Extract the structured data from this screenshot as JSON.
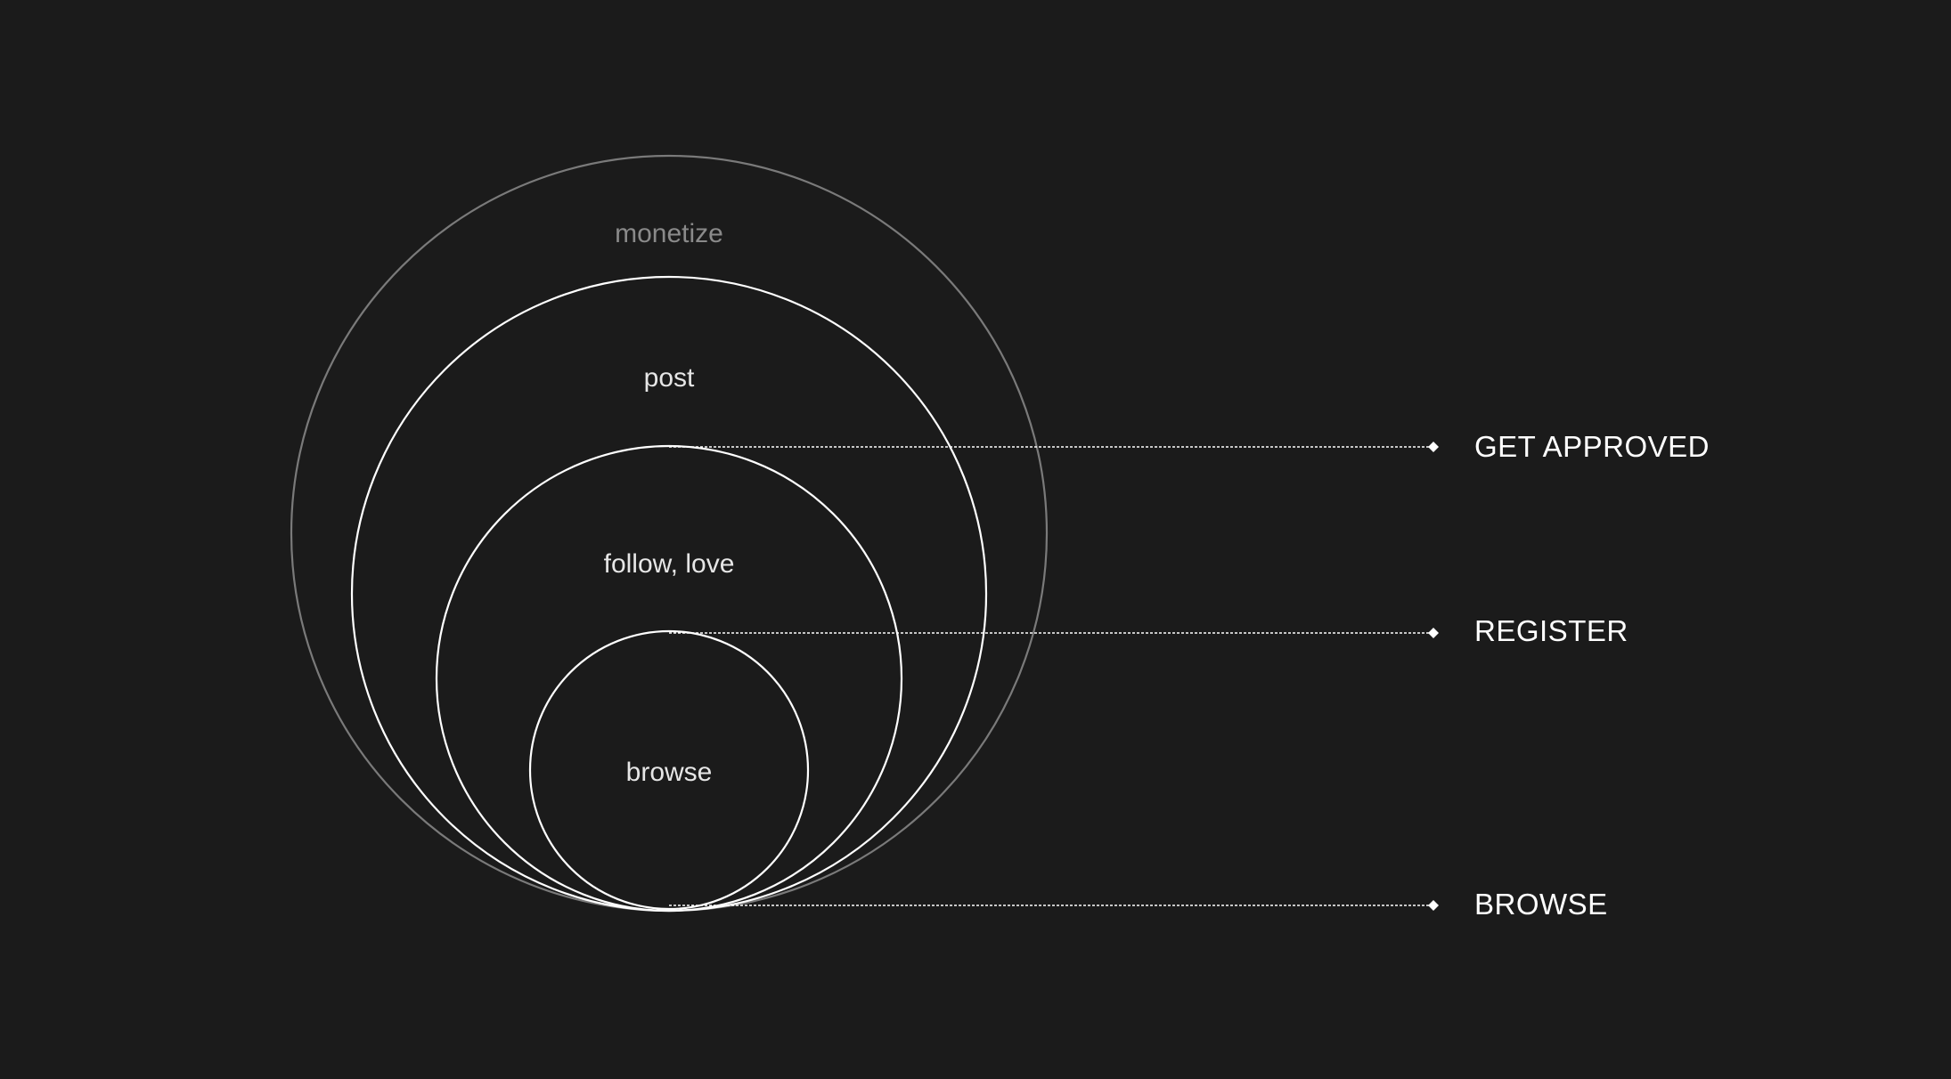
{
  "colors": {
    "background": "#1b1b1b",
    "outer_ring": "#7a7a7a",
    "ring": "#ffffff",
    "connector": "#ffffff",
    "muted_text": "#8a8a8a",
    "text": "#e6e6e6"
  },
  "rings": [
    {
      "id": "monetize",
      "label": "monetize",
      "muted": true
    },
    {
      "id": "post",
      "label": "post",
      "muted": false
    },
    {
      "id": "follow-love",
      "label": "follow, love",
      "muted": false
    },
    {
      "id": "browse",
      "label": "browse",
      "muted": false
    }
  ],
  "stages": [
    {
      "id": "get-approved",
      "label": "GET APPROVED"
    },
    {
      "id": "register",
      "label": "REGISTER"
    },
    {
      "id": "browse",
      "label": "BROWSE"
    }
  ]
}
